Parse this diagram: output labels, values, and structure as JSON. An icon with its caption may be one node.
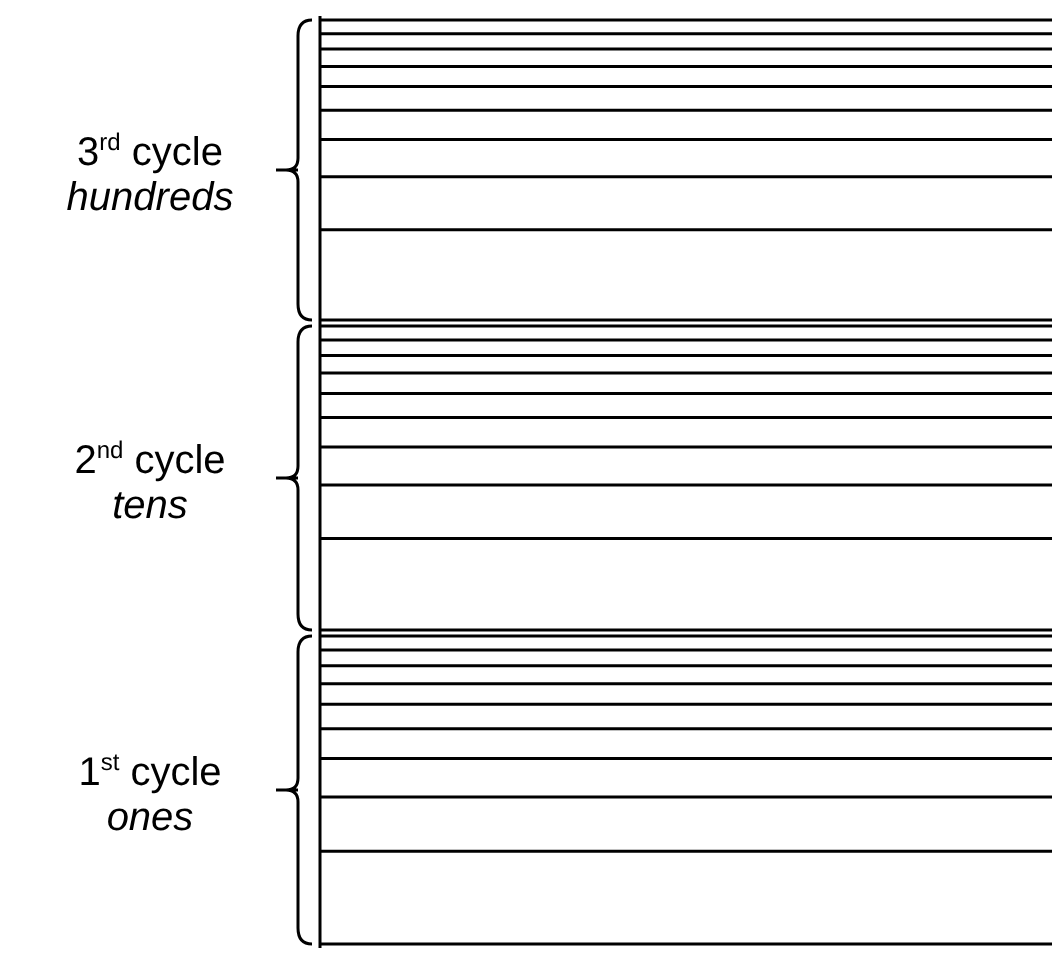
{
  "diagram": {
    "labels": [
      "3$^{rd}$ cycle",
      "hundreds",
      "2$^{nd}$ cycle",
      "tens",
      "1$^{st}$ cycle",
      "ones"
    ]
  }
}
